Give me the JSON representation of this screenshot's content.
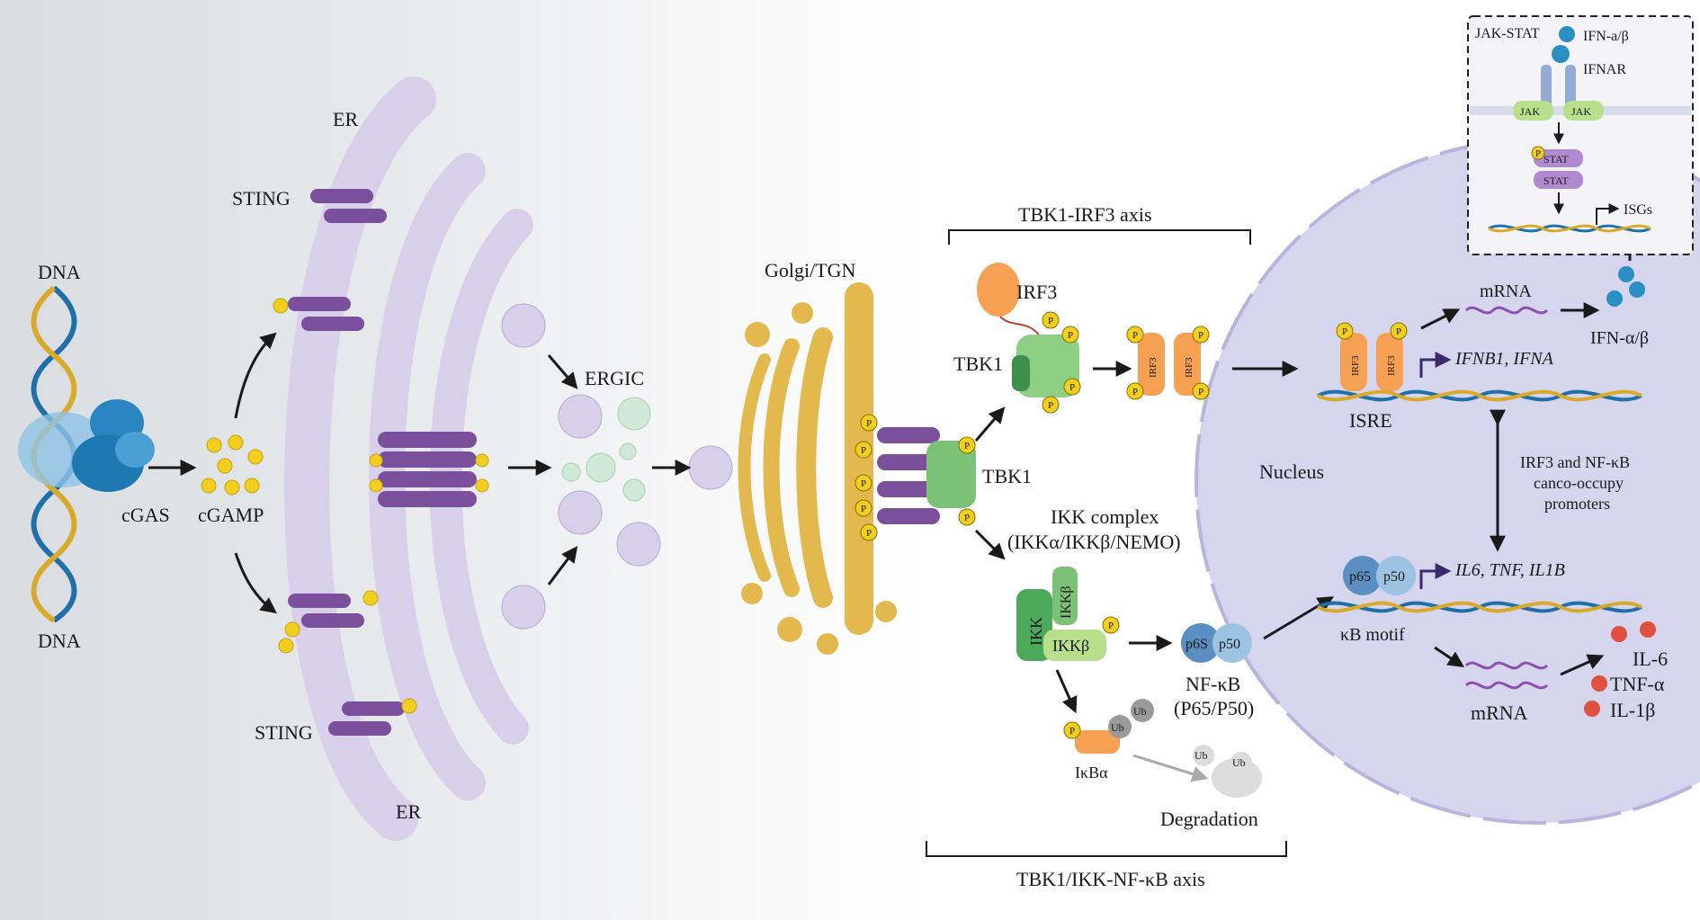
{
  "labels": {
    "dna_top": "DNA",
    "dna_bottom": "DNA",
    "cgas": "cGAS",
    "cgamp": "cGAMP",
    "er_top": "ER",
    "er_bottom": "ER",
    "sting_top": "STING",
    "sting_bottom": "STING",
    "ergic": "ERGIC",
    "golgi": "Golgi/TGN",
    "tbk1_irf3_axis": "TBK1-IRF3 axis",
    "tbk1_nfkb_axis": "TBK1/IKK-NF-κB axis",
    "irf3": "IRF3",
    "tbk1_upper": "TBK1",
    "tbk1_lower": "TBK1",
    "ikk_complex": "IKK complex",
    "ikk_complex_members": "(IKKα/IKKβ/NEMO)",
    "ikk": "IKK",
    "ikkb_top": "IKKβ",
    "ikkb_bottom": "IKKβ",
    "p65_left": "p6S",
    "p50_left": "p50",
    "nfkb": "NF-κB",
    "nfkb_members": "(P65/P50)",
    "ikba": "IκBα",
    "ub": "Ub",
    "degradation": "Degradation",
    "nucleus": "Nucleus",
    "isre": "ISRE",
    "ifnb1_ifna": "IFNB1, IFNA",
    "mrna_top": "mRNA",
    "mrna_bottom": "mRNA",
    "ifn_ab": "IFN-α/β",
    "co_occupy_1": "IRF3 and NF-κB",
    "co_occupy_2": "canco-occupy",
    "co_occupy_3": "promoters",
    "p65": "p65",
    "p50": "p50",
    "il6_tnf_il1b": "IL6, TNF, IL1B",
    "kb_motif": "κB motif",
    "il6": "IL-6",
    "tnfa": "TNF-α",
    "il1b": "IL-1β",
    "jak_stat": "JAK-STAT",
    "ifn_ab_inset": "IFN-a/β",
    "ifnar": "IFNAR",
    "jak": "JAK",
    "stat": "STAT",
    "isgs": "ISGs",
    "p": "P",
    "irf3_small": "IRF3"
  },
  "colors": {
    "dna_blue": "#1f6fa8",
    "dna_gold": "#d9a92a",
    "cgas": "#2a86c0",
    "cgamp": "#f2cf1f",
    "er": "#d8d0ea",
    "sting": "#7a4f9c",
    "golgi": "#e3b94d",
    "tbk1": "#7cc276",
    "irf3": "#f5a053",
    "nucleus": "#d6d5ee",
    "nfkb_p65": "#5b8ec1",
    "nfkb_p50": "#9cc3e2",
    "cytokine": "#e0503f",
    "ifn": "#2b8fc4"
  }
}
